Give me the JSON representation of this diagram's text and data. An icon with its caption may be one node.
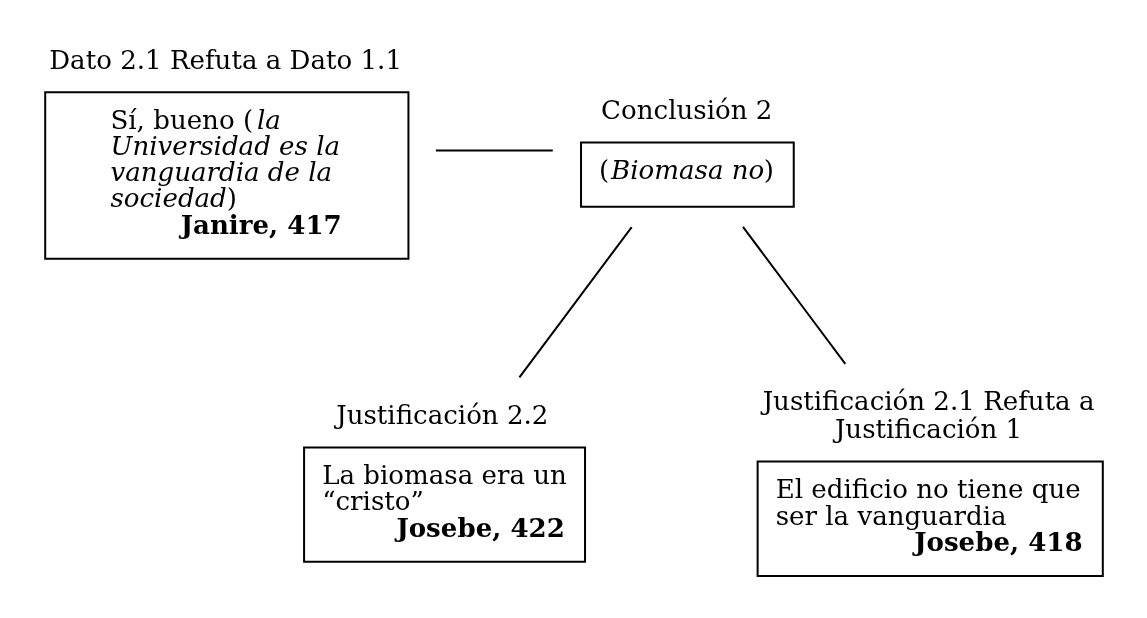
{
  "diagram": {
    "nodes": [
      {
        "text": [
          "Dato 2.1 Refuta a Dato 1.1",
          "Sí, bueno (*la Universidad es la vanguardia de la sociedad*)",
          "Janire, 417"
        ]
      },
      {
        "text": [
          "Conclusión 2",
          "(*Biomasa no*)"
        ]
      },
      {
        "text": [
          "Justificación 2.2",
          "La biomasa era un “cristo”",
          "Josebe, 422"
        ]
      },
      {
        "text": [
          "Justificación 2.1 Refuta a Justificación 1",
          "El edificio no tiene que ser la vanguardia",
          "Josebe, 418"
        ]
      }
    ],
    "edges": [
      {
        "from": 0,
        "to": 1,
        "arrow": "none"
      },
      {
        "from": 2,
        "to": 1,
        "arrow": "none"
      },
      {
        "from": 3,
        "to": 1,
        "arrow": "none"
      }
    ]
  }
}
